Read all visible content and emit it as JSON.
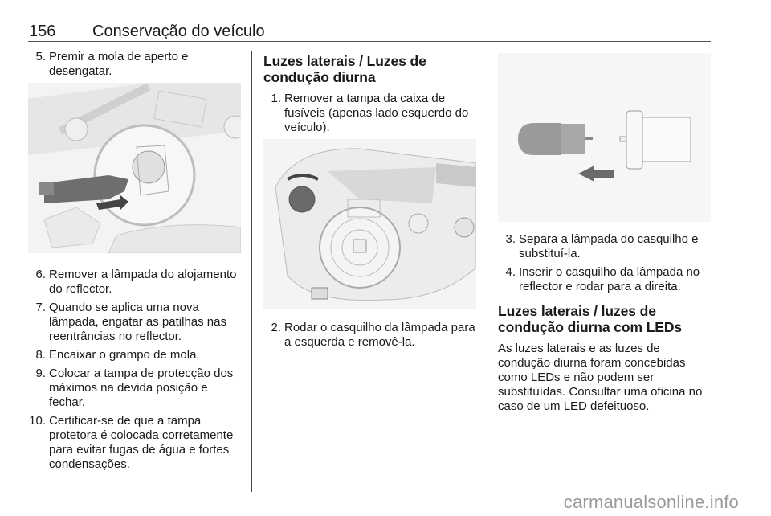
{
  "header": {
    "page_number": "156",
    "title": "Conservação do veículo"
  },
  "column1": {
    "steps_before_figure": [
      {
        "num": "5.",
        "text": "Premir a mola de aperto e desengatar."
      }
    ],
    "figure": {
      "icon": "headlamp-bulb-removal-illustration",
      "description": "Bulb removed from reflector housing with arrow"
    },
    "steps_after_figure": [
      {
        "num": "6.",
        "text": "Remover a lâmpada do alojamento do reflector."
      },
      {
        "num": "7.",
        "text": "Quando se aplica uma nova lâmpada, engatar as patilhas nas reentrâncias no reflector."
      },
      {
        "num": "8.",
        "text": "Encaixar o grampo de mola."
      },
      {
        "num": "9.",
        "text": "Colocar a tampa de protecção dos máximos na devida posição e fechar."
      },
      {
        "num": "10.",
        "text": "Certificar-se de que a tampa protetora é colocada corretamente para evitar fugas de água e fortes condensações."
      }
    ]
  },
  "column2": {
    "heading": "Luzes laterais / Luzes de condução diurna",
    "steps_before_figure": [
      {
        "num": "1.",
        "text": "Remover a tampa da caixa de fusíveis (apenas lado esquerdo do veículo)."
      }
    ],
    "figure": {
      "icon": "headlamp-rear-view-illustration",
      "description": "Headlamp housing with rotation arrow on bulb socket"
    },
    "steps_after_figure": [
      {
        "num": "2.",
        "text": "Rodar o casquilho da lâmpada para a esquerda e removê-la."
      }
    ]
  },
  "column3": {
    "figure": {
      "icon": "bulb-socket-separation-illustration",
      "description": "Bulb separated from socket with arrow"
    },
    "steps": [
      {
        "num": "3.",
        "text": "Separa a lâmpada do casquilho e substituí-la."
      },
      {
        "num": "4.",
        "text": "Inserir o casquilho da lâmpada no reflector e rodar para a direita."
      }
    ],
    "heading": "Luzes laterais / luzes de condução diurna com LEDs",
    "paragraph": "As luzes laterais e as luzes de condução diurna foram concebidas como LEDs e não podem ser substituídas. Consultar uma oficina no caso de um LED defeituoso."
  },
  "footer": {
    "watermark": "carmanualsonline.info"
  }
}
